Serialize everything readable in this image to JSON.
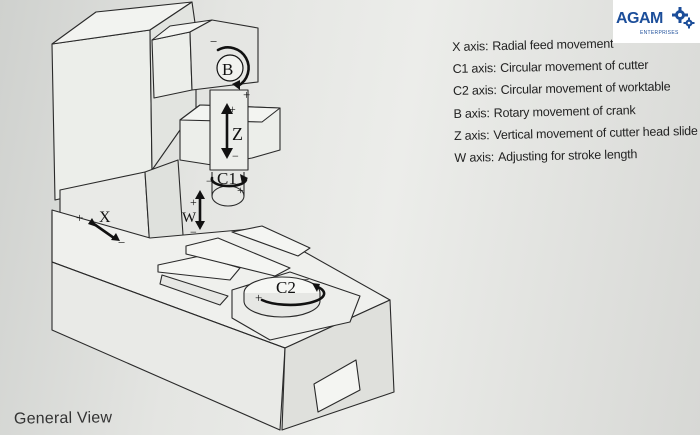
{
  "logo": {
    "name": "AGAM",
    "tagline": "ENTERPRISES",
    "colors": {
      "brand": "#1c4e9a"
    }
  },
  "caption": "General View",
  "legend": [
    {
      "axis": "X",
      "sep": "axis:",
      "description": "Radial feed movement"
    },
    {
      "axis": "C1",
      "sep": "axis:",
      "description": "Circular movement of cutter"
    },
    {
      "axis": "C2",
      "sep": "axis:",
      "description": "Circular movement of worktable"
    },
    {
      "axis": "B",
      "sep": "axis:",
      "description": "Rotary movement of crank"
    },
    {
      "axis": "Z",
      "sep": "axis:",
      "description": "Vertical movement of cutter head slide"
    },
    {
      "axis": "W",
      "sep": "axis:",
      "description": "Adjusting for stroke length"
    }
  ],
  "diagram_labels": {
    "b": "B",
    "z": "Z",
    "c1": "C1",
    "w": "W",
    "x": "X",
    "c2": "C2",
    "plus": "+",
    "minus": "−"
  }
}
